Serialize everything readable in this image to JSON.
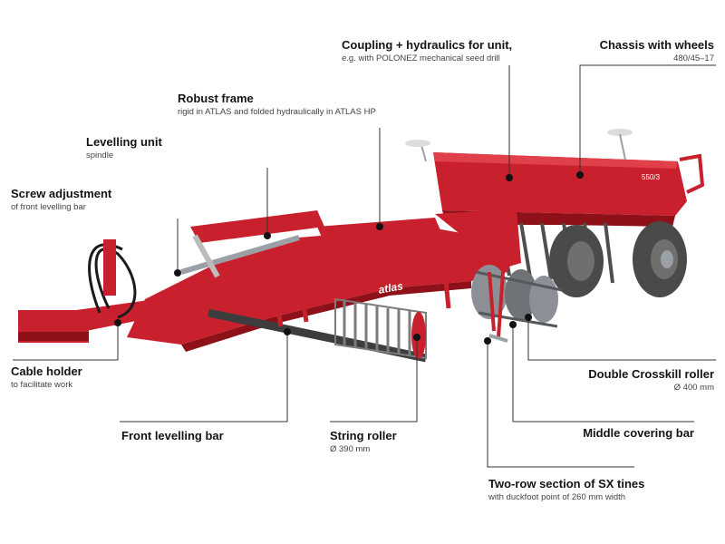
{
  "labels": {
    "coupling": {
      "title": "Coupling + hydraulics for unit,",
      "sub": "e.g. with POLONEZ mechanical seed drill"
    },
    "chassis": {
      "title": "Chassis with wheels",
      "sub": "480/45–17"
    },
    "frame": {
      "title": "Robust frame",
      "sub": "rigid in ATLAS and folded hydraulically in ATLAS HP"
    },
    "levelling_unit": {
      "title": "Levelling unit",
      "sub": "spindle"
    },
    "screw": {
      "title": "Screw adjustment",
      "sub": "of front levelling bar"
    },
    "cable": {
      "title": "Cable holder",
      "sub": "to facilitate work"
    },
    "front_bar": {
      "title": "Front levelling bar",
      "sub": ""
    },
    "string_roller": {
      "title": "String roller",
      "sub": "Ø 390 mm"
    },
    "crosskill": {
      "title": "Double Crosskill roller",
      "sub": "Ø 400 mm"
    },
    "covering_bar": {
      "title": "Middle covering bar",
      "sub": ""
    },
    "tines": {
      "title": "Two-row section of SX tines",
      "sub": "with duckfoot point of 260 mm width"
    }
  },
  "machine": {
    "brand_text": "atlas",
    "drill_badge": "550/3",
    "body_color": "#c8202c",
    "shadow_color": "#8e1018",
    "tyre_color": "#4a4a48",
    "steel_color": "#9aa0a6"
  }
}
